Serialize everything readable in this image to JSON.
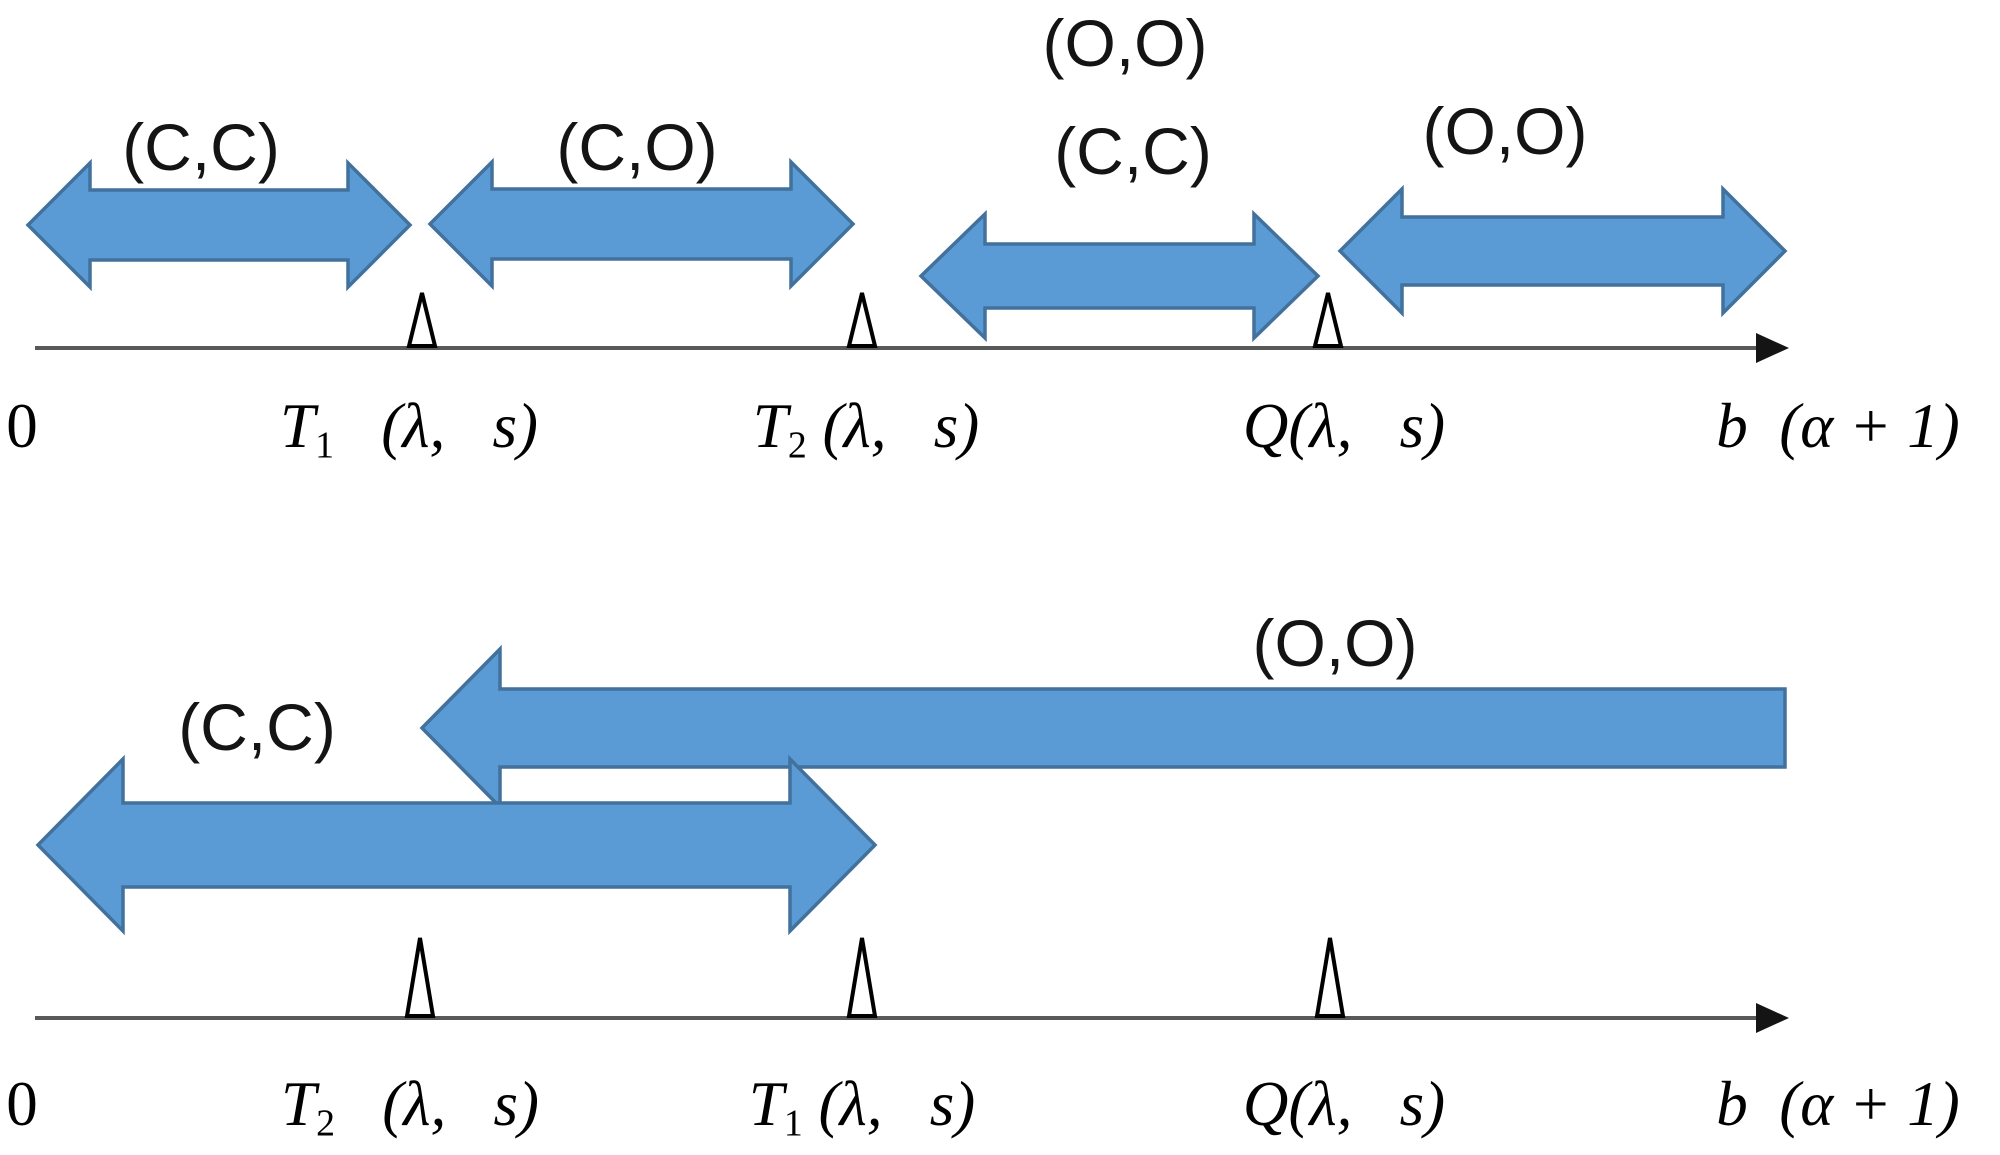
{
  "colors": {
    "arrow_fill": "#5B9BD5",
    "arrow_stroke": "#41719C",
    "axis_line": "#595959",
    "axis_arrowhead": "#141414",
    "text": "#000000"
  },
  "top": {
    "interval_labels": {
      "cc_left": "(C,C)",
      "co": "(C,O)",
      "oo_mid": "(O,O)",
      "cc_mid": "(C,C)",
      "oo_right": "(O,O)"
    },
    "axis": {
      "origin": "0",
      "t1": {
        "base": "T",
        "sub": "1",
        "args": "   (λ,   s)"
      },
      "t2": {
        "base": "T",
        "sub": "2",
        "args": " (λ,   s)"
      },
      "q": "Q(λ,   s)",
      "end": "b  (α + 1)"
    }
  },
  "bottom": {
    "interval_labels": {
      "cc": "(C,C)",
      "oo": "(O,O)"
    },
    "axis": {
      "origin": "0",
      "first": {
        "base": "T",
        "sub": "2",
        "args": "   (λ,   s)"
      },
      "second": {
        "base": "T",
        "sub": "1",
        "args": " (λ,   s)"
      },
      "q": "Q(λ,   s)",
      "end": "b  (α + 1)"
    }
  }
}
